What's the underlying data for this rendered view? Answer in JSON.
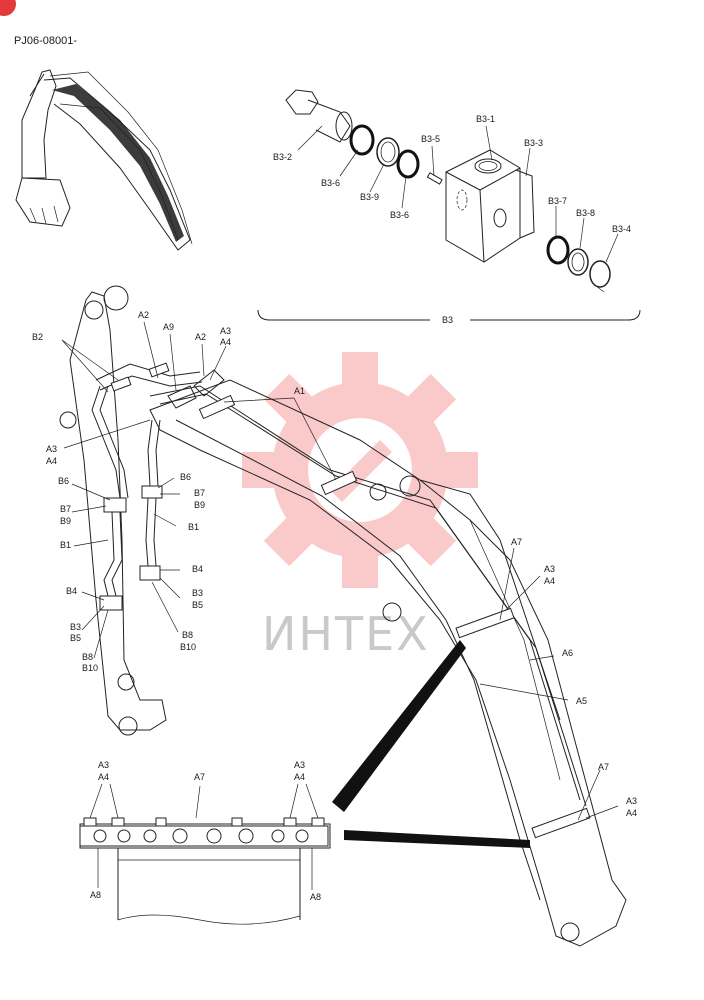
{
  "header": {
    "code": "PJ06-08001-"
  },
  "watermark": {
    "text": "ИНТЕХ",
    "color": "#f26b6b"
  },
  "detail_group": {
    "label": "B3"
  },
  "callouts": {
    "b3_1": "B3-1",
    "b3_2": "B3-2",
    "b3_3": "B3-3",
    "b3_4": "B3-4",
    "b3_5": "B3-5",
    "b3_6a": "B3-6",
    "b3_6b": "B3-6",
    "b3_7": "B3-7",
    "b3_8": "B3-8",
    "b3_9": "B3-9",
    "a1": "A1",
    "a2a": "A2",
    "a2b": "A2",
    "a9": "A9",
    "a3a": "A3",
    "a4a": "A4",
    "a3b": "A3",
    "a4b": "A4",
    "a3c": "A3",
    "a4c": "A4",
    "a3d": "A3",
    "a4d": "A4",
    "a3e": "A3",
    "a4e": "A4",
    "a3f": "A3",
    "a4f": "A4",
    "a5": "A5",
    "a6": "A6",
    "a7a": "A7",
    "a7b": "A7",
    "a7c": "A7",
    "a8a": "A8",
    "a8b": "A8",
    "b2": "B2",
    "b6a": "B6",
    "b7a": "B7",
    "b9a": "B9",
    "b1a": "B1",
    "b4a": "B4",
    "b3a": "B3",
    "b5a": "B5",
    "b8a": "B8",
    "b10a": "B10",
    "b6b": "B6",
    "b7b": "B7",
    "b9b": "B9",
    "b1b": "B1",
    "b4b": "B4",
    "b3b": "B3",
    "b5b": "B5",
    "b8b": "B8",
    "b10b": "B10"
  }
}
